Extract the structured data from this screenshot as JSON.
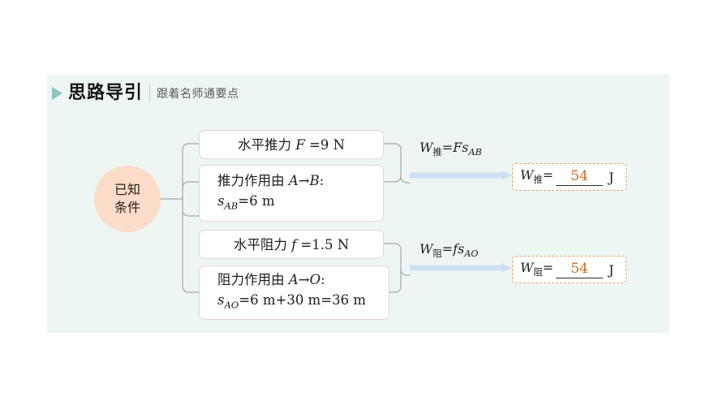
{
  "header": {
    "marker_icon": "triangle-right-icon",
    "title": "思路导引",
    "subtitle": "跟着名师通要点"
  },
  "theme": {
    "panel_bg": "#eef6f4",
    "circle_fill": "#fbdcc9",
    "box_border": "#eccfd3",
    "wire_color": "#a8a8a8",
    "arrow_color": "#cfe0f2",
    "answer_border": "#e0a26c",
    "answer_value_color": "#d2691e",
    "marker_color": "#8ec5bf"
  },
  "root_node": {
    "line1": "已知",
    "line2": "条件"
  },
  "branches": [
    {
      "id": "push-force",
      "lines": [
        "水平推力 F =9 N"
      ],
      "group": "push"
    },
    {
      "id": "push-distance",
      "lines": [
        "推力作用由 A→B:",
        "sAB=6 m"
      ],
      "group": "push"
    },
    {
      "id": "friction-force",
      "lines": [
        "水平阻力 f =1.5 N"
      ],
      "group": "friction"
    },
    {
      "id": "friction-distance",
      "lines": [
        "阻力作用由 A→O:",
        "sAO=6 m+30 m=36 m"
      ],
      "group": "friction"
    }
  ],
  "formulas": [
    {
      "id": "push-work-formula",
      "text": "W推=FsAB"
    },
    {
      "id": "friction-work-formula",
      "text": "W阻=fsAO"
    }
  ],
  "answers": [
    {
      "id": "push-work-answer",
      "label": "W推=",
      "value": "54",
      "unit": "J"
    },
    {
      "id": "friction-work-answer",
      "label": "W阻=",
      "value": "54",
      "unit": "J"
    }
  ]
}
